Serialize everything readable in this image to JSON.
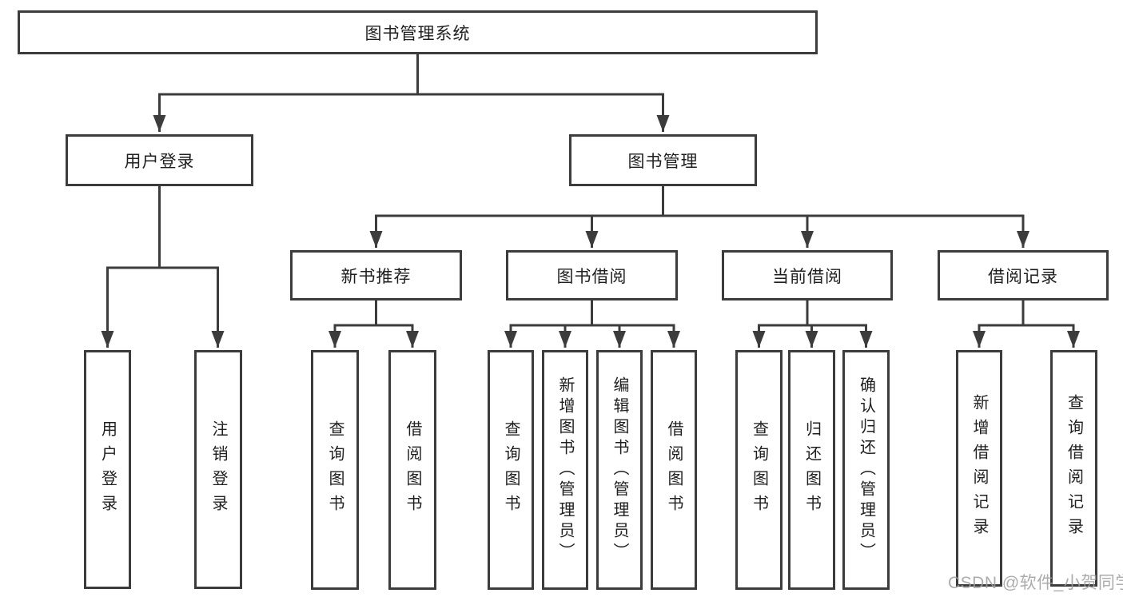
{
  "tree": {
    "label": "图书管理系统",
    "children": [
      {
        "label": "用户登录",
        "children": [
          {
            "label": "用户登录"
          },
          {
            "label": "注销登录"
          }
        ]
      },
      {
        "label": "图书管理",
        "children": [
          {
            "label": "新书推荐",
            "children": [
              {
                "label": "查询图书"
              },
              {
                "label": "借阅图书"
              }
            ]
          },
          {
            "label": "图书借阅",
            "children": [
              {
                "label": "查询图书"
              },
              {
                "label": "新增图书（管理员）"
              },
              {
                "label": "编辑图书（管理员）"
              },
              {
                "label": "借阅图书"
              }
            ]
          },
          {
            "label": "当前借阅",
            "children": [
              {
                "label": "查询图书"
              },
              {
                "label": "归还图书"
              },
              {
                "label": "确认归还（管理员）"
              }
            ]
          },
          {
            "label": "借阅记录",
            "children": [
              {
                "label": "新增借阅记录"
              },
              {
                "label": "查询借阅记录"
              }
            ]
          }
        ]
      }
    ]
  },
  "watermark": "CSDN @软件_小贺同学",
  "colors": {
    "line": "#3c3c3c",
    "text": "#1f1f1f",
    "watermark": "#9e9e9e",
    "background": "#ffffff"
  }
}
